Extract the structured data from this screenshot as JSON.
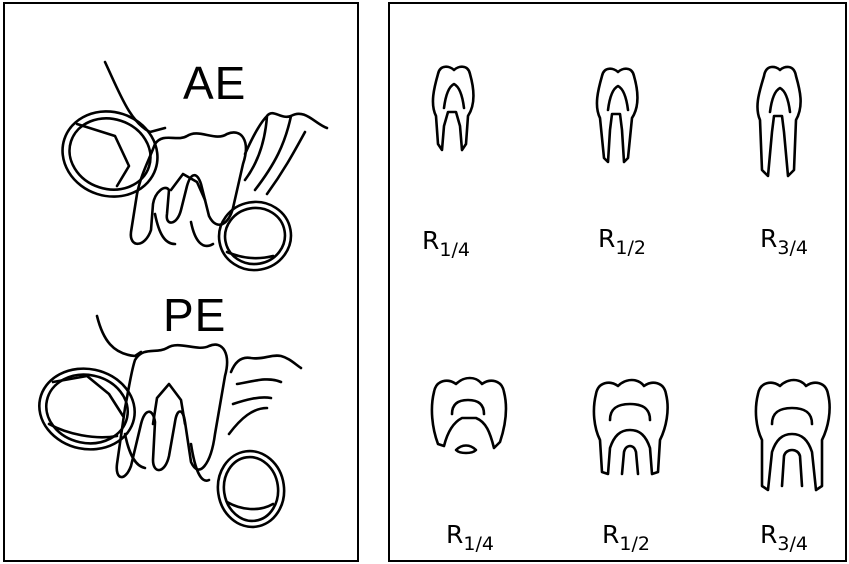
{
  "left_panel": {
    "upper_label": "AE",
    "lower_label": "PE"
  },
  "right_panel": {
    "top_row": [
      {
        "main": "R",
        "sub": "1/4"
      },
      {
        "main": "R",
        "sub": "1/2"
      },
      {
        "main": "R",
        "sub": "3/4"
      }
    ],
    "bottom_row": [
      {
        "main": "R",
        "sub": "1/4"
      },
      {
        "main": "R",
        "sub": "1/2"
      },
      {
        "main": "R",
        "sub": "3/4"
      }
    ]
  }
}
